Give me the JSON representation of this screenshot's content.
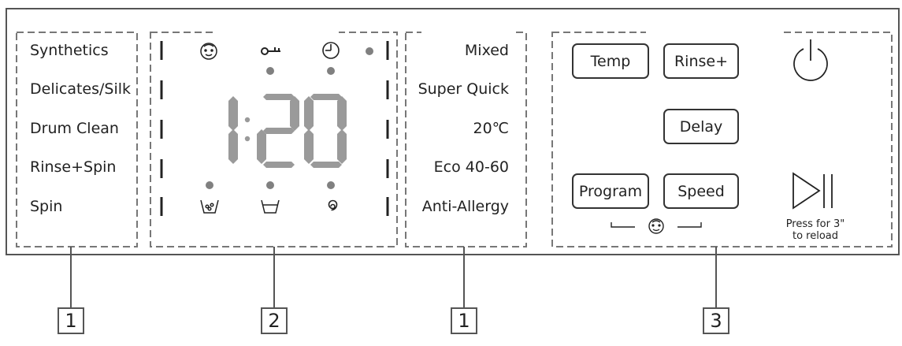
{
  "left_programs": [
    "Synthetics",
    "Delicates/Silk",
    "Drum Clean",
    "Rinse+Spin",
    "Spin"
  ],
  "right_programs": [
    "Mixed",
    "Super Quick",
    "20℃",
    "Eco 40-60",
    "Anti-Allergy"
  ],
  "display": {
    "time": "1:20"
  },
  "buttons": {
    "temp": "Temp",
    "rinse": "Rinse+",
    "delay": "Delay",
    "program": "Program",
    "speed": "Speed"
  },
  "play_note": {
    "line1": "Press for 3\"",
    "line2": "to reload"
  },
  "callouts": [
    "1",
    "2",
    "1",
    "3"
  ],
  "icons": {
    "display_top": [
      "child-lock-face-icon",
      "key-icon",
      "clock-icon"
    ],
    "display_bottom": [
      "prewash-icon",
      "wash-tub-icon",
      "spin-icon"
    ],
    "controls": [
      "power-icon",
      "play-pause-icon",
      "child-lock-face-icon"
    ]
  },
  "colors": {
    "outline": "#555555",
    "segments": "#9a9a9a",
    "dots": "#808080"
  }
}
